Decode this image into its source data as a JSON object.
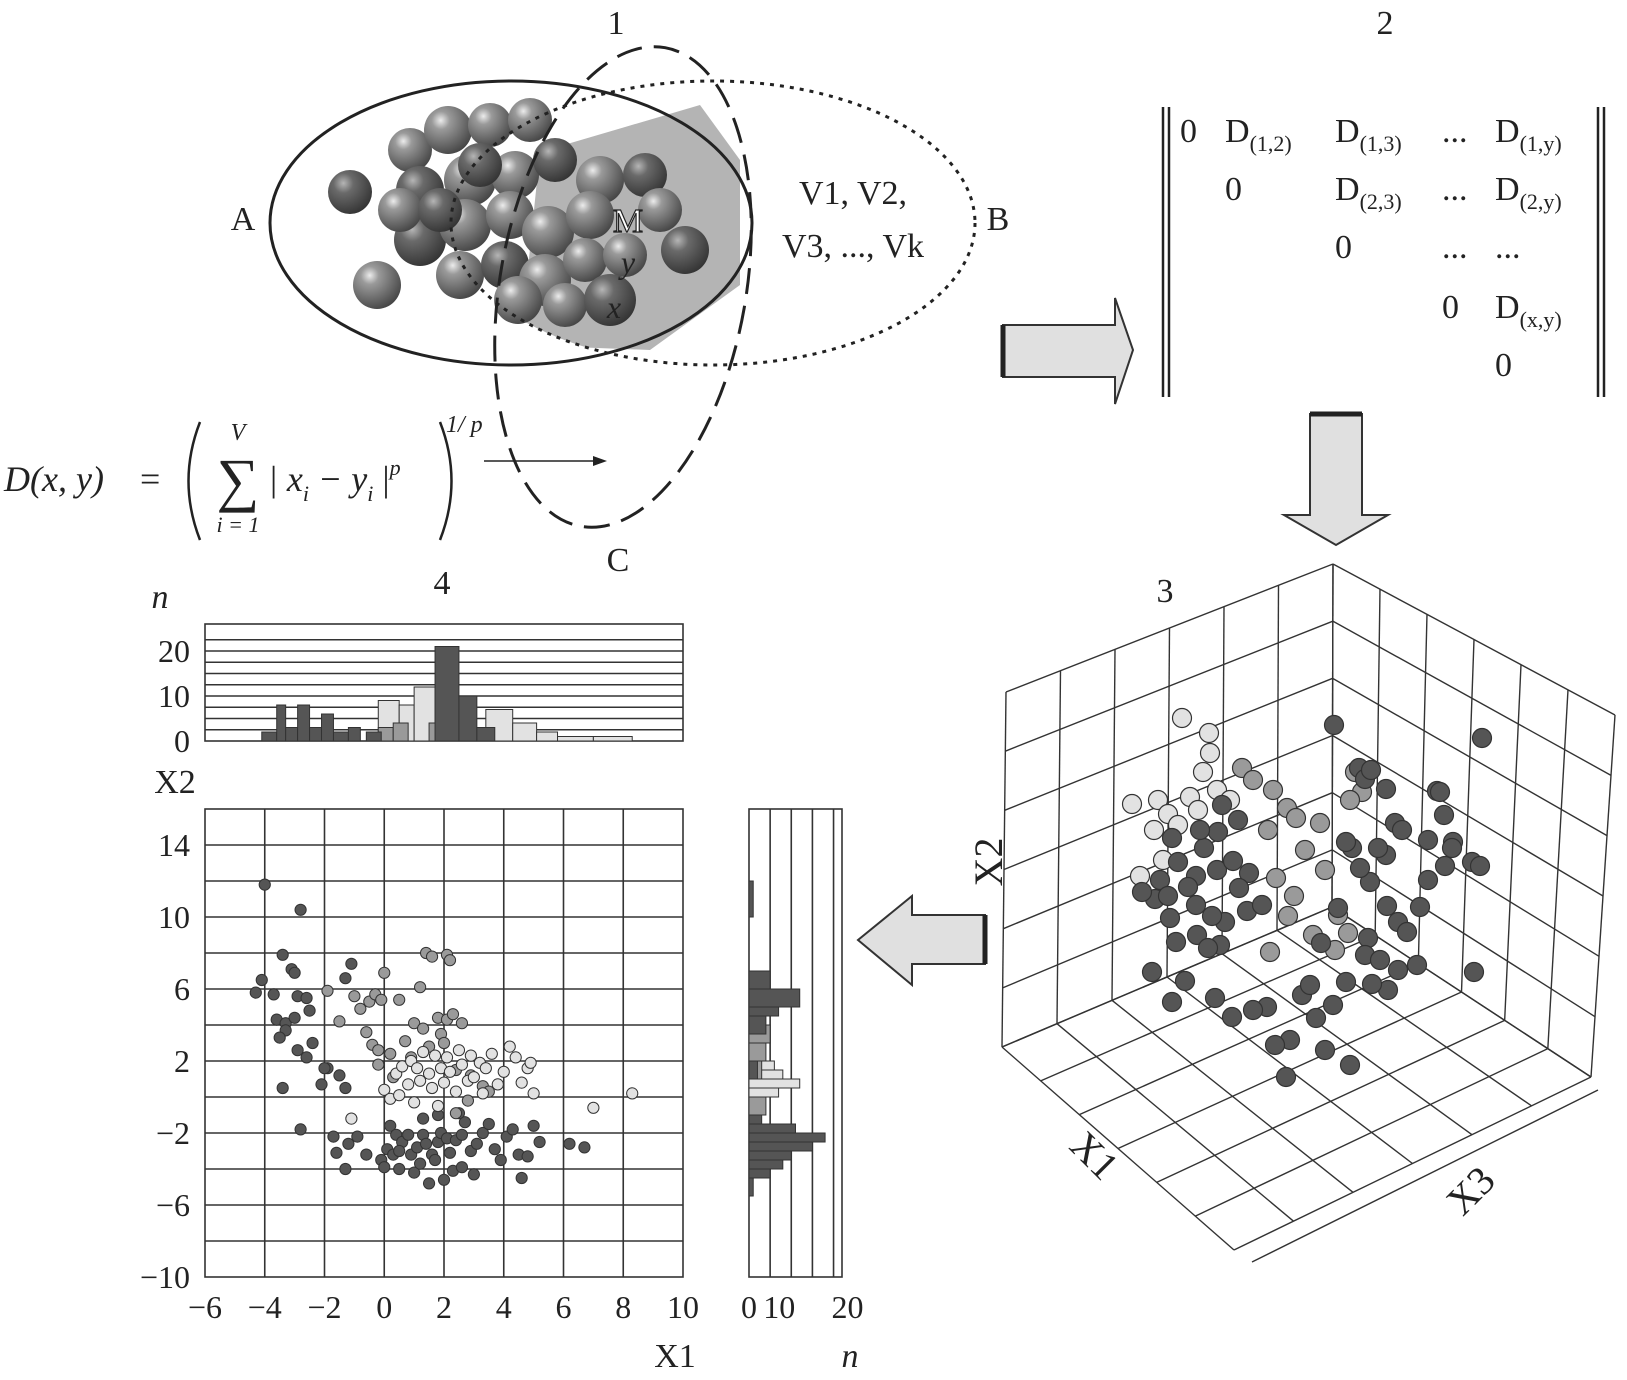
{
  "panel_numbers": [
    "1",
    "2",
    "3",
    "4"
  ],
  "panel1": {
    "set_labels": [
      "A",
      "B",
      "C"
    ],
    "variables_text_line1": "V1, V2,",
    "variables_text_line2": "V3, ..., Vk",
    "sphere_labels": [
      "M",
      "y",
      "x"
    ],
    "formula": {
      "lhs": "D(x, y)",
      "eq": "=",
      "sum_upper": "V",
      "sum_lower": "i = 1",
      "body": "| x",
      "sub_i_1": "i",
      "minus_y": " − y",
      "sub_i_2": "i",
      "close": " |",
      "pow_p": "p",
      "outer_pow": "1/ p"
    }
  },
  "panel2": {
    "matrix_rows": [
      [
        "0",
        "D",
        "(1,2)",
        "D",
        "(1,3)",
        "...",
        "D",
        "(1,y)"
      ],
      [
        "0",
        "D",
        "(2,3)",
        "...",
        "D",
        "(2,y)"
      ],
      [
        "0",
        "...",
        "..."
      ],
      [
        "0",
        "D",
        "(x,y)"
      ],
      [
        "0"
      ]
    ]
  },
  "panel3": {
    "axis_labels": {
      "x1": "X1",
      "x2": "X2",
      "x3": "X3"
    }
  },
  "colors": {
    "cluster_dark": "#555555",
    "cluster_mid": "#9a9a9a",
    "cluster_light": "#e2e2e2",
    "arrow_fill": "#e0e0e0",
    "region_fill": "#b4b4b4"
  },
  "chart_data": [
    {
      "type": "bar",
      "role": "marginal-histogram-X1",
      "ylabel": "n",
      "ylim": [
        0,
        26
      ],
      "yticks": [
        "20",
        "10",
        "0"
      ],
      "series": [
        {
          "color": "dark",
          "bins": [
            [
              -4.1,
              -3.6,
              2
            ],
            [
              -3.6,
              -3.3,
              8
            ],
            [
              -3.3,
              -2.9,
              3
            ],
            [
              -2.9,
              -2.5,
              8
            ],
            [
              -2.5,
              -2.1,
              3
            ],
            [
              -2.1,
              -1.7,
              6
            ],
            [
              -1.7,
              -1.2,
              2
            ],
            [
              -1.2,
              -0.8,
              3
            ],
            [
              -0.6,
              -0.1,
              2
            ],
            [
              1.7,
              2.5,
              21
            ],
            [
              2.5,
              3.1,
              10
            ],
            [
              3.1,
              3.7,
              3
            ]
          ]
        },
        {
          "color": "mid",
          "bins": [
            [
              -0.2,
              0.3,
              3
            ],
            [
              0.3,
              0.8,
              4
            ],
            [
              1.5,
              2.0,
              4
            ],
            [
              2.0,
              2.4,
              8
            ],
            [
              2.4,
              3.0,
              6
            ],
            [
              3.0,
              3.5,
              1
            ]
          ]
        },
        {
          "color": "light",
          "bins": [
            [
              -0.2,
              0.5,
              9
            ],
            [
              0.5,
              1.0,
              8
            ],
            [
              1.0,
              1.7,
              12
            ],
            [
              3.4,
              4.3,
              7
            ],
            [
              4.3,
              5.1,
              4
            ],
            [
              5.1,
              5.8,
              2
            ],
            [
              5.8,
              7.0,
              1
            ],
            [
              7.0,
              8.3,
              1
            ]
          ]
        }
      ]
    },
    {
      "type": "scatter",
      "role": "main-scatter",
      "xlabel": "X1",
      "ylabel": "X2",
      "xlim": [
        -6,
        10
      ],
      "ylim": [
        -10,
        16
      ],
      "xticks": [
        "−6",
        "−4",
        "−2",
        "0",
        "2",
        "4",
        "6",
        "8",
        "10"
      ],
      "yticks": [
        "14",
        "10",
        "6",
        "2",
        "−2",
        "−6",
        "−10"
      ],
      "grid": true,
      "series": [
        {
          "color": "dark",
          "points": [
            [
              -4,
              11.8
            ],
            [
              -2.8,
              10.4
            ],
            [
              -4.1,
              6.5
            ],
            [
              -4.3,
              5.8
            ],
            [
              -3.4,
              7.9
            ],
            [
              -3.1,
              7.1
            ],
            [
              -3.0,
              6.9
            ],
            [
              -3.7,
              5.7
            ],
            [
              -2.9,
              5.6
            ],
            [
              -2.6,
              5.5
            ],
            [
              -3.6,
              4.3
            ],
            [
              -3.3,
              4.1
            ],
            [
              -3.0,
              4.4
            ],
            [
              -3.3,
              3.7
            ],
            [
              -2.5,
              4.8
            ],
            [
              -3.5,
              3.3
            ],
            [
              -2.4,
              3.0
            ],
            [
              -2.6,
              2.2
            ],
            [
              -2.9,
              2.6
            ],
            [
              -1.9,
              1.6
            ],
            [
              -2.1,
              0.7
            ],
            [
              -3.4,
              0.5
            ],
            [
              -2.0,
              1.6
            ],
            [
              -1.5,
              1.2
            ],
            [
              -1.3,
              0.5
            ],
            [
              -1.1,
              7.4
            ],
            [
              -1.3,
              6.6
            ],
            [
              -2.8,
              -1.8
            ],
            [
              -1.7,
              -2.2
            ],
            [
              -1.6,
              -3.1
            ],
            [
              -1.2,
              -2.6
            ],
            [
              -0.9,
              -2.2
            ],
            [
              -1.3,
              -4.0
            ],
            [
              -0.6,
              -3.2
            ],
            [
              -0.1,
              -3.5
            ],
            [
              0.1,
              -2.9
            ],
            [
              0.3,
              -3.2
            ],
            [
              0.2,
              -1.6
            ],
            [
              0.4,
              -2.1
            ],
            [
              0.6,
              -2.5
            ],
            [
              0.8,
              -2.1
            ],
            [
              0.5,
              -3.0
            ],
            [
              0.9,
              -3.2
            ],
            [
              1.1,
              -2.8
            ],
            [
              1.3,
              -2.1
            ],
            [
              1.4,
              -2.6
            ],
            [
              1.6,
              -3.2
            ],
            [
              1.8,
              -2.5
            ],
            [
              1.9,
              -2.0
            ],
            [
              2.1,
              -2.3
            ],
            [
              2.2,
              -3.1
            ],
            [
              2.4,
              -2.4
            ],
            [
              2.6,
              -2.1
            ],
            [
              2.7,
              -1.4
            ],
            [
              2.9,
              -3.0
            ],
            [
              3.1,
              -2.6
            ],
            [
              3.3,
              -2.0
            ],
            [
              3.5,
              -1.5
            ],
            [
              3.7,
              -2.9
            ],
            [
              3.9,
              -3.5
            ],
            [
              4.1,
              -2.2
            ],
            [
              4.3,
              -1.8
            ],
            [
              4.5,
              -3.2
            ],
            [
              4.8,
              -3.3
            ],
            [
              5.0,
              -1.6
            ],
            [
              5.2,
              -2.5
            ],
            [
              0.0,
              -3.9
            ],
            [
              0.5,
              -4.0
            ],
            [
              1.0,
              -4.2
            ],
            [
              1.5,
              -4.8
            ],
            [
              2.0,
              -4.6
            ],
            [
              2.3,
              -4.1
            ],
            [
              2.6,
              -3.9
            ],
            [
              3.0,
              -4.3
            ],
            [
              1.2,
              -3.7
            ],
            [
              1.7,
              -3.5
            ],
            [
              4.6,
              -4.5
            ],
            [
              1.3,
              -1.2
            ],
            [
              1.8,
              -1.0
            ],
            [
              2.5,
              -0.9
            ],
            [
              6.2,
              -2.6
            ],
            [
              6.7,
              -2.8
            ]
          ]
        },
        {
          "color": "mid",
          "points": [
            [
              -1.0,
              5.6
            ],
            [
              -0.8,
              4.9
            ],
            [
              -0.5,
              5.3
            ],
            [
              -0.3,
              5.7
            ],
            [
              -0.1,
              5.4
            ],
            [
              0.0,
              6.9
            ],
            [
              0.5,
              5.4
            ],
            [
              1.0,
              4.1
            ],
            [
              1.2,
              6.1
            ],
            [
              1.4,
              8.0
            ],
            [
              1.6,
              7.8
            ],
            [
              1.3,
              3.8
            ],
            [
              1.8,
              4.4
            ],
            [
              1.9,
              3.5
            ],
            [
              2.1,
              4.3
            ],
            [
              2.1,
              7.9
            ],
            [
              2.2,
              7.6
            ],
            [
              2.3,
              4.6
            ],
            [
              2.6,
              4.1
            ],
            [
              2.0,
              3.0
            ],
            [
              -1.9,
              5.9
            ],
            [
              -1.5,
              4.2
            ],
            [
              -0.6,
              3.6
            ],
            [
              -0.4,
              2.9
            ],
            [
              -0.2,
              2.6
            ],
            [
              0.2,
              2.4
            ],
            [
              0.7,
              3.1
            ],
            [
              0.9,
              2.2
            ],
            [
              1.5,
              2.8
            ],
            [
              2.4,
              1.5
            ],
            [
              2.9,
              1.2
            ],
            [
              3.3,
              0.6
            ],
            [
              2.8,
              -0.2
            ],
            [
              2.4,
              -0.9
            ],
            [
              3.5,
              0.3
            ],
            [
              -0.2,
              1.8
            ],
            [
              0.3,
              1.1
            ]
          ]
        },
        {
          "color": "light",
          "points": [
            [
              0.0,
              0.4
            ],
            [
              0.2,
              -0.1
            ],
            [
              0.4,
              1.3
            ],
            [
              0.6,
              1.7
            ],
            [
              0.8,
              0.7
            ],
            [
              0.9,
              2.0
            ],
            [
              1.1,
              1.6
            ],
            [
              1.2,
              0.9
            ],
            [
              1.3,
              2.5
            ],
            [
              1.5,
              1.3
            ],
            [
              1.6,
              0.5
            ],
            [
              1.7,
              2.3
            ],
            [
              1.9,
              1.6
            ],
            [
              2.0,
              0.8
            ],
            [
              2.1,
              2.2
            ],
            [
              2.2,
              1.4
            ],
            [
              2.4,
              0.3
            ],
            [
              2.5,
              2.6
            ],
            [
              2.6,
              1.8
            ],
            [
              2.8,
              0.9
            ],
            [
              2.9,
              2.3
            ],
            [
              3.0,
              1.1
            ],
            [
              3.2,
              1.9
            ],
            [
              3.3,
              0.2
            ],
            [
              3.4,
              1.6
            ],
            [
              3.6,
              2.4
            ],
            [
              3.8,
              0.7
            ],
            [
              4.0,
              1.4
            ],
            [
              4.2,
              2.8
            ],
            [
              4.4,
              2.2
            ],
            [
              4.6,
              0.8
            ],
            [
              4.8,
              1.6
            ],
            [
              4.9,
              1.9
            ],
            [
              5.0,
              0.2
            ],
            [
              7.0,
              -0.6
            ],
            [
              8.3,
              0.2
            ],
            [
              0.5,
              0.1
            ],
            [
              1.0,
              -0.3
            ],
            [
              1.8,
              -0.5
            ],
            [
              -1.1,
              -1.2
            ]
          ]
        }
      ]
    },
    {
      "type": "bar",
      "role": "marginal-histogram-X2",
      "xlabel": "n",
      "xlim": [
        0,
        22
      ],
      "xticks": [
        "0",
        "10",
        "20"
      ],
      "series": [
        {
          "color": "dark",
          "bins": [
            [
              10.0,
              12.0,
              1
            ],
            [
              6.0,
              7.0,
              5
            ],
            [
              5.0,
              6.0,
              12
            ],
            [
              4.5,
              5.0,
              7
            ],
            [
              3.5,
              4.5,
              4
            ],
            [
              1.0,
              2.0,
              2
            ],
            [
              -1.5,
              -1.0,
              3
            ],
            [
              -2.0,
              -1.5,
              11
            ],
            [
              -2.5,
              -2.0,
              18
            ],
            [
              -3.0,
              -2.5,
              15
            ],
            [
              -3.5,
              -3.0,
              10
            ],
            [
              -4.0,
              -3.5,
              8
            ],
            [
              -4.5,
              -4.0,
              5
            ],
            [
              -5.5,
              -4.5,
              1
            ]
          ]
        },
        {
          "color": "mid",
          "bins": [
            [
              4.0,
              5.0,
              3
            ],
            [
              3.0,
              4.0,
              5
            ],
            [
              2.0,
              3.0,
              4
            ],
            [
              1.0,
              2.0,
              3
            ],
            [
              -1.0,
              0.0,
              4
            ]
          ]
        },
        {
          "color": "light",
          "bins": [
            [
              1.5,
              2.0,
              6
            ],
            [
              1.0,
              1.5,
              8
            ],
            [
              0.5,
              1.0,
              12
            ],
            [
              0.0,
              0.5,
              7
            ],
            [
              -0.5,
              0.0,
              3
            ]
          ]
        }
      ]
    },
    {
      "type": "scatter",
      "role": "3d-scatter",
      "xlabel": "X1",
      "ylabel": "X2",
      "zlabel": "X3",
      "grid": true
    }
  ]
}
